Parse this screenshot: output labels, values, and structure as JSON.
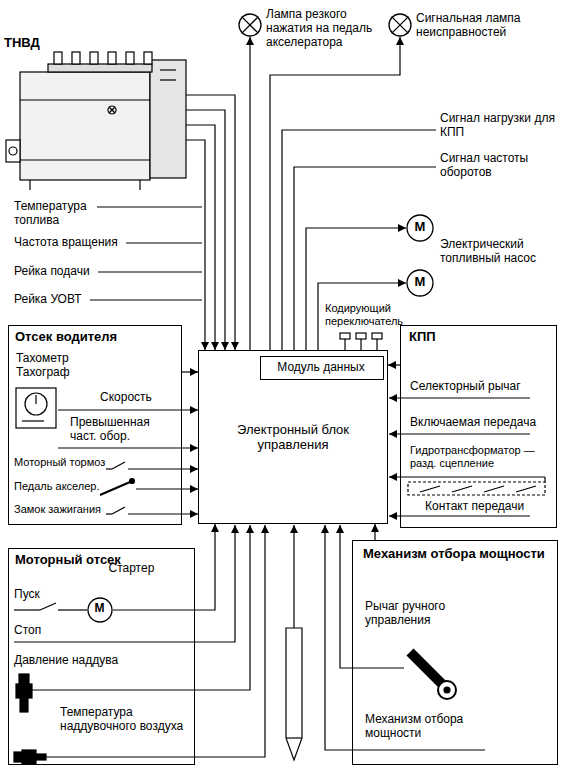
{
  "diagram": {
    "nodes": [
      {
        "text": [
          "Электронный блок управления"
        ]
      },
      {
        "text": [
          "Модуль данных"
        ],
        "in": 0
      },
      {
        "text": [
          "Лампа резкого нажатия на педаль акселератора"
        ]
      },
      {
        "text": [
          "Сигнальная лампа неисправностей"
        ]
      },
      {
        "text": [
          "М",
          "Электрический топливный насос"
        ]
      },
      {
        "text": [
          "М"
        ]
      },
      {
        "text": [
          "Отсек водителя"
        ]
      },
      {
        "text": [
          "КПП"
        ]
      },
      {
        "text": [
          "Моторный отсек"
        ]
      },
      {
        "text": [
          "Стартер",
          "М"
        ],
        "in": 8
      },
      {
        "text": [
          "Механизм отбора мощности"
        ]
      }
    ],
    "edges": [
      {
        "from": 0,
        "to": 2,
        "arrow": "to"
      },
      {
        "from": 0,
        "to": 3,
        "arrow": "to"
      },
      {
        "from": 0,
        "to": 4,
        "arrow": "to"
      },
      {
        "from": 0,
        "to": 5,
        "arrow": "to"
      },
      {
        "from": 6,
        "to": 0,
        "arrow": "to"
      },
      {
        "from": 7,
        "to": 0,
        "arrow": "to"
      },
      {
        "from": 8,
        "to": 0,
        "arrow": "to"
      },
      {
        "from": 10,
        "to": 0,
        "arrow": "to"
      }
    ],
    "labels": [
      "ТНВД",
      "Температура топлива",
      "Частота вращения",
      "Рейка подачи",
      "Рейка УОВТ",
      "Сигнал нагрузки для КПП",
      "Сигнал частоты оборотов",
      "Кодирующий переключатель",
      "Тахометр Тахограф",
      "Скорость",
      "Превышенная част. обор.",
      "Моторный тормоз",
      "Педаль акселер.",
      "Замок зажигания",
      "Селекторный рычаг",
      "Включаемая передача",
      "Гидротрансформатор — разд. сцепление",
      "Контакт передачи",
      "Пуск",
      "Стоп",
      "Давление наддува",
      "Температура наддувочного воздуха",
      "Рычаг ручного управления",
      "Механизм отбора мощности"
    ]
  }
}
